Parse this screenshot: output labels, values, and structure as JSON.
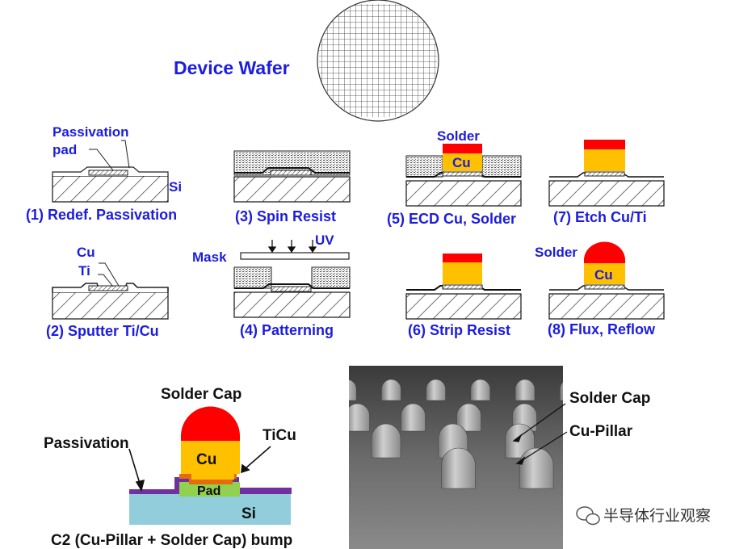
{
  "wafer": {
    "title": "Device Wafer"
  },
  "steps": [
    {
      "label": "(1) Redef.  Passivation",
      "callouts": [
        "Passivation",
        "pad",
        "Si"
      ]
    },
    {
      "label": "(2) Sputter Ti/Cu",
      "callouts": [
        "Cu",
        "Ti"
      ]
    },
    {
      "label": "(3) Spin Resist"
    },
    {
      "label": "(4) Patterning",
      "callouts": [
        "Mask",
        "UV"
      ]
    },
    {
      "label": "(5) ECD Cu, Solder",
      "callouts": [
        "Solder",
        "Cu"
      ]
    },
    {
      "label": "(6) Strip Resist"
    },
    {
      "label": "(7) Etch Cu/Ti"
    },
    {
      "label": "(8) Flux, Reflow",
      "callouts": [
        "Solder",
        "Cu"
      ]
    }
  ],
  "bump": {
    "solder_cap": "Solder Cap",
    "passivation": "Passivation",
    "ticu": "TiCu",
    "cu": "Cu",
    "pad": "Pad",
    "si": "Si",
    "caption": "C2 (Cu-Pillar + Solder Cap) bump"
  },
  "sem": {
    "solder_cap": "Solder Cap",
    "cu_pillar": "Cu-Pillar"
  },
  "watermark": "半导体行业观察",
  "colors": {
    "label_blue": "#1c1ce0",
    "solder": "#ff0000",
    "cu": "#ffc000",
    "pad": "#92d050",
    "si": "#92cddc",
    "passivation": "#7030a0",
    "ticu": "#e46c0a"
  }
}
